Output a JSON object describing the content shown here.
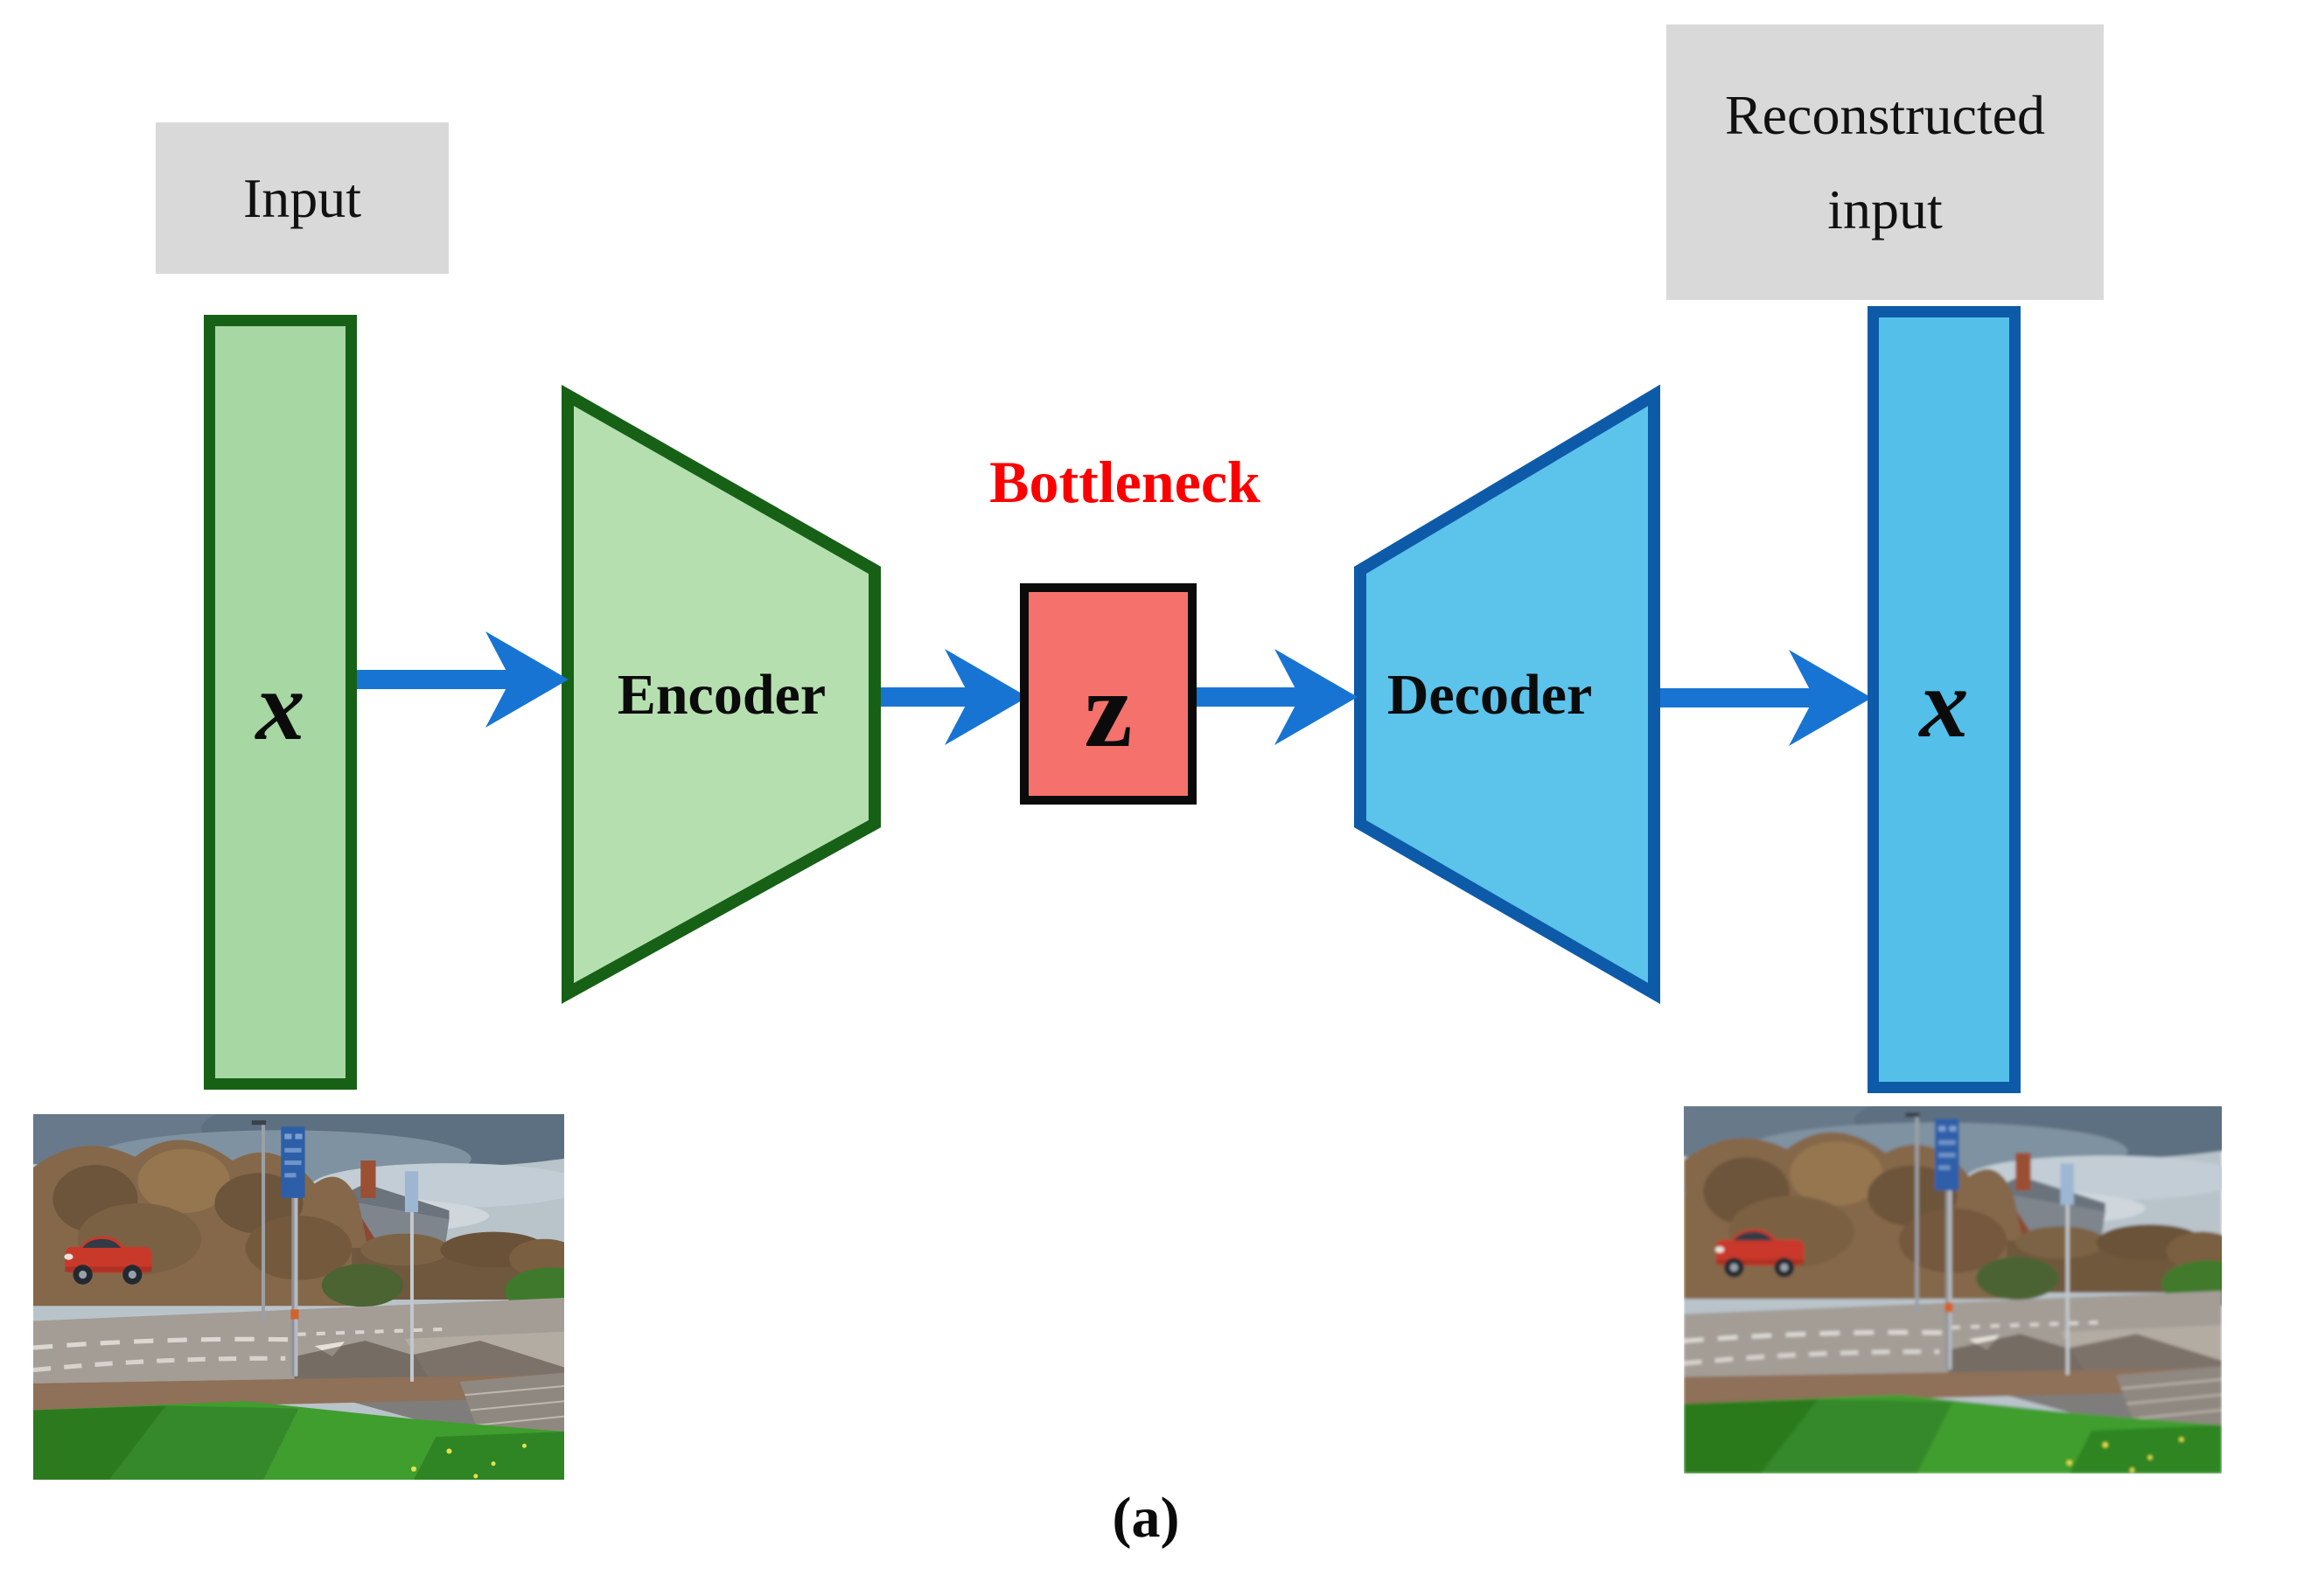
{
  "diagram": {
    "input_label": "Input",
    "reconstructed_label_line1": "Reconstructed",
    "reconstructed_label_line2": "input",
    "input_vector_symbol": "x",
    "encoder_label": "Encoder",
    "bottleneck_label": "Bottleneck",
    "latent_symbol": "z",
    "decoder_label": "Decoder",
    "output_vector_symbol": "x",
    "caption": "(a)"
  },
  "colors": {
    "arrow_blue": "#1874d3",
    "input_rect_fill": "#a7d7a3",
    "encoder_fill": "#b6dfb0",
    "green_border": "#166116",
    "decoder_fill": "#5cc3ea",
    "blue_border": "#0d5ba8",
    "output_rect_fill": "#54bfe8",
    "bottleneck_box_fill": "#f5716c",
    "bottleneck_text": "#fb0000",
    "label_box_gray": "#d9d9d9"
  },
  "photos": {
    "input_photo": "street-scene-photo",
    "reconstructed_photo": "blurred-street-scene-photo"
  }
}
